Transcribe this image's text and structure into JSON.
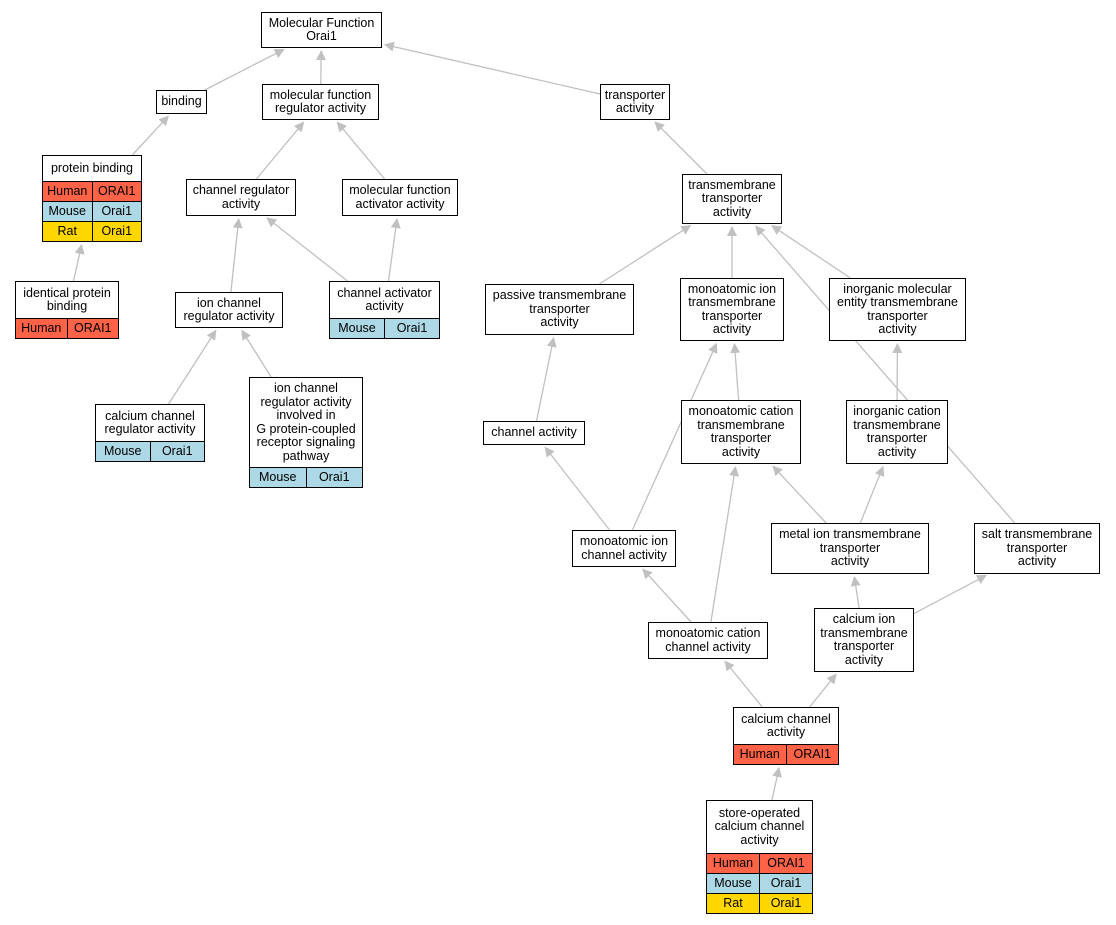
{
  "colors": {
    "edge": "#c0c0c0",
    "Human": "#ff6347",
    "Mouse": "#add8e6",
    "Rat": "#ffd700"
  },
  "nodes": {
    "mf": {
      "label": "Molecular Function\nOrai1"
    },
    "binding": {
      "label": "binding"
    },
    "mfra": {
      "label": "molecular function\nregulator activity"
    },
    "transporter": {
      "label": "transporter\nactivity"
    },
    "protein_binding": {
      "label": "protein binding",
      "orthologs": [
        {
          "species": "Human",
          "gene": "ORAI1"
        },
        {
          "species": "Mouse",
          "gene": "Orai1"
        },
        {
          "species": "Rat",
          "gene": "Orai1"
        }
      ]
    },
    "channel_reg": {
      "label": "channel regulator\nactivity"
    },
    "mf_activator": {
      "label": "molecular function\nactivator activity"
    },
    "tm_transporter": {
      "label": "transmembrane\ntransporter\nactivity"
    },
    "identical": {
      "label": "identical protein\nbinding",
      "orthologs": [
        {
          "species": "Human",
          "gene": "ORAI1"
        }
      ]
    },
    "ion_channel_reg": {
      "label": "ion channel\nregulator activity"
    },
    "channel_activator": {
      "label": "channel activator\nactivity",
      "orthologs": [
        {
          "species": "Mouse",
          "gene": "Orai1"
        }
      ]
    },
    "passive": {
      "label": "passive transmembrane\ntransporter\nactivity"
    },
    "mono_ion_tm": {
      "label": "monoatomic ion\ntransmembrane\ntransporter\nactivity"
    },
    "inorg_mol": {
      "label": "inorganic molecular\nentity transmembrane\ntransporter\nactivity"
    },
    "calcium_channel_reg": {
      "label": "calcium channel\nregulator activity",
      "orthologs": [
        {
          "species": "Mouse",
          "gene": "Orai1"
        }
      ]
    },
    "gpcr": {
      "label": "ion channel\nregulator activity\ninvolved in\nG protein-coupled\nreceptor signaling\npathway",
      "orthologs": [
        {
          "species": "Mouse",
          "gene": "Orai1"
        }
      ]
    },
    "channel_activity": {
      "label": "channel activity"
    },
    "mono_cation_tm": {
      "label": "monoatomic cation\ntransmembrane\ntransporter\nactivity"
    },
    "inorg_cation": {
      "label": "inorganic cation\ntransmembrane\ntransporter\nactivity"
    },
    "mono_ion_channel": {
      "label": "monoatomic ion\nchannel activity"
    },
    "metal_ion": {
      "label": "metal ion transmembrane\ntransporter\nactivity"
    },
    "salt": {
      "label": "salt transmembrane\ntransporter\nactivity"
    },
    "mono_cation_channel": {
      "label": "monoatomic cation\nchannel activity"
    },
    "calcium_ion_tm": {
      "label": "calcium ion\ntransmembrane\ntransporter\nactivity"
    },
    "calcium_channel": {
      "label": "calcium channel\nactivity",
      "orthologs": [
        {
          "species": "Human",
          "gene": "ORAI1"
        }
      ]
    },
    "store_operated": {
      "label": "store-operated\ncalcium channel\nactivity",
      "orthologs": [
        {
          "species": "Human",
          "gene": "ORAI1"
        },
        {
          "species": "Mouse",
          "gene": "Orai1"
        },
        {
          "species": "Rat",
          "gene": "Orai1"
        }
      ]
    }
  },
  "edges": [
    {
      "from": "binding",
      "to": "mf"
    },
    {
      "from": "mfra",
      "to": "mf"
    },
    {
      "from": "transporter",
      "to": "mf"
    },
    {
      "from": "protein_binding",
      "to": "binding"
    },
    {
      "from": "identical",
      "to": "protein_binding"
    },
    {
      "from": "channel_reg",
      "to": "mfra"
    },
    {
      "from": "mf_activator",
      "to": "mfra"
    },
    {
      "from": "ion_channel_reg",
      "to": "channel_reg"
    },
    {
      "from": "channel_activator",
      "to": "channel_reg"
    },
    {
      "from": "channel_activator",
      "to": "mf_activator"
    },
    {
      "from": "calcium_channel_reg",
      "to": "ion_channel_reg"
    },
    {
      "from": "gpcr",
      "to": "ion_channel_reg"
    },
    {
      "from": "tm_transporter",
      "to": "transporter"
    },
    {
      "from": "passive",
      "to": "tm_transporter"
    },
    {
      "from": "mono_ion_tm",
      "to": "tm_transporter"
    },
    {
      "from": "inorg_mol",
      "to": "tm_transporter"
    },
    {
      "from": "salt",
      "to": "tm_transporter"
    },
    {
      "from": "channel_activity",
      "to": "passive"
    },
    {
      "from": "mono_ion_channel",
      "to": "channel_activity"
    },
    {
      "from": "mono_ion_channel",
      "to": "mono_ion_tm"
    },
    {
      "from": "mono_cation_tm",
      "to": "mono_ion_tm"
    },
    {
      "from": "inorg_cation",
      "to": "inorg_mol"
    },
    {
      "from": "metal_ion",
      "to": "mono_cation_tm"
    },
    {
      "from": "metal_ion",
      "to": "inorg_cation"
    },
    {
      "from": "mono_cation_channel",
      "to": "mono_ion_channel"
    },
    {
      "from": "mono_cation_channel",
      "to": "mono_cation_tm"
    },
    {
      "from": "calcium_ion_tm",
      "to": "metal_ion"
    },
    {
      "from": "calcium_ion_tm",
      "to": "salt"
    },
    {
      "from": "calcium_channel",
      "to": "mono_cation_channel"
    },
    {
      "from": "calcium_channel",
      "to": "calcium_ion_tm"
    },
    {
      "from": "store_operated",
      "to": "calcium_channel"
    }
  ]
}
